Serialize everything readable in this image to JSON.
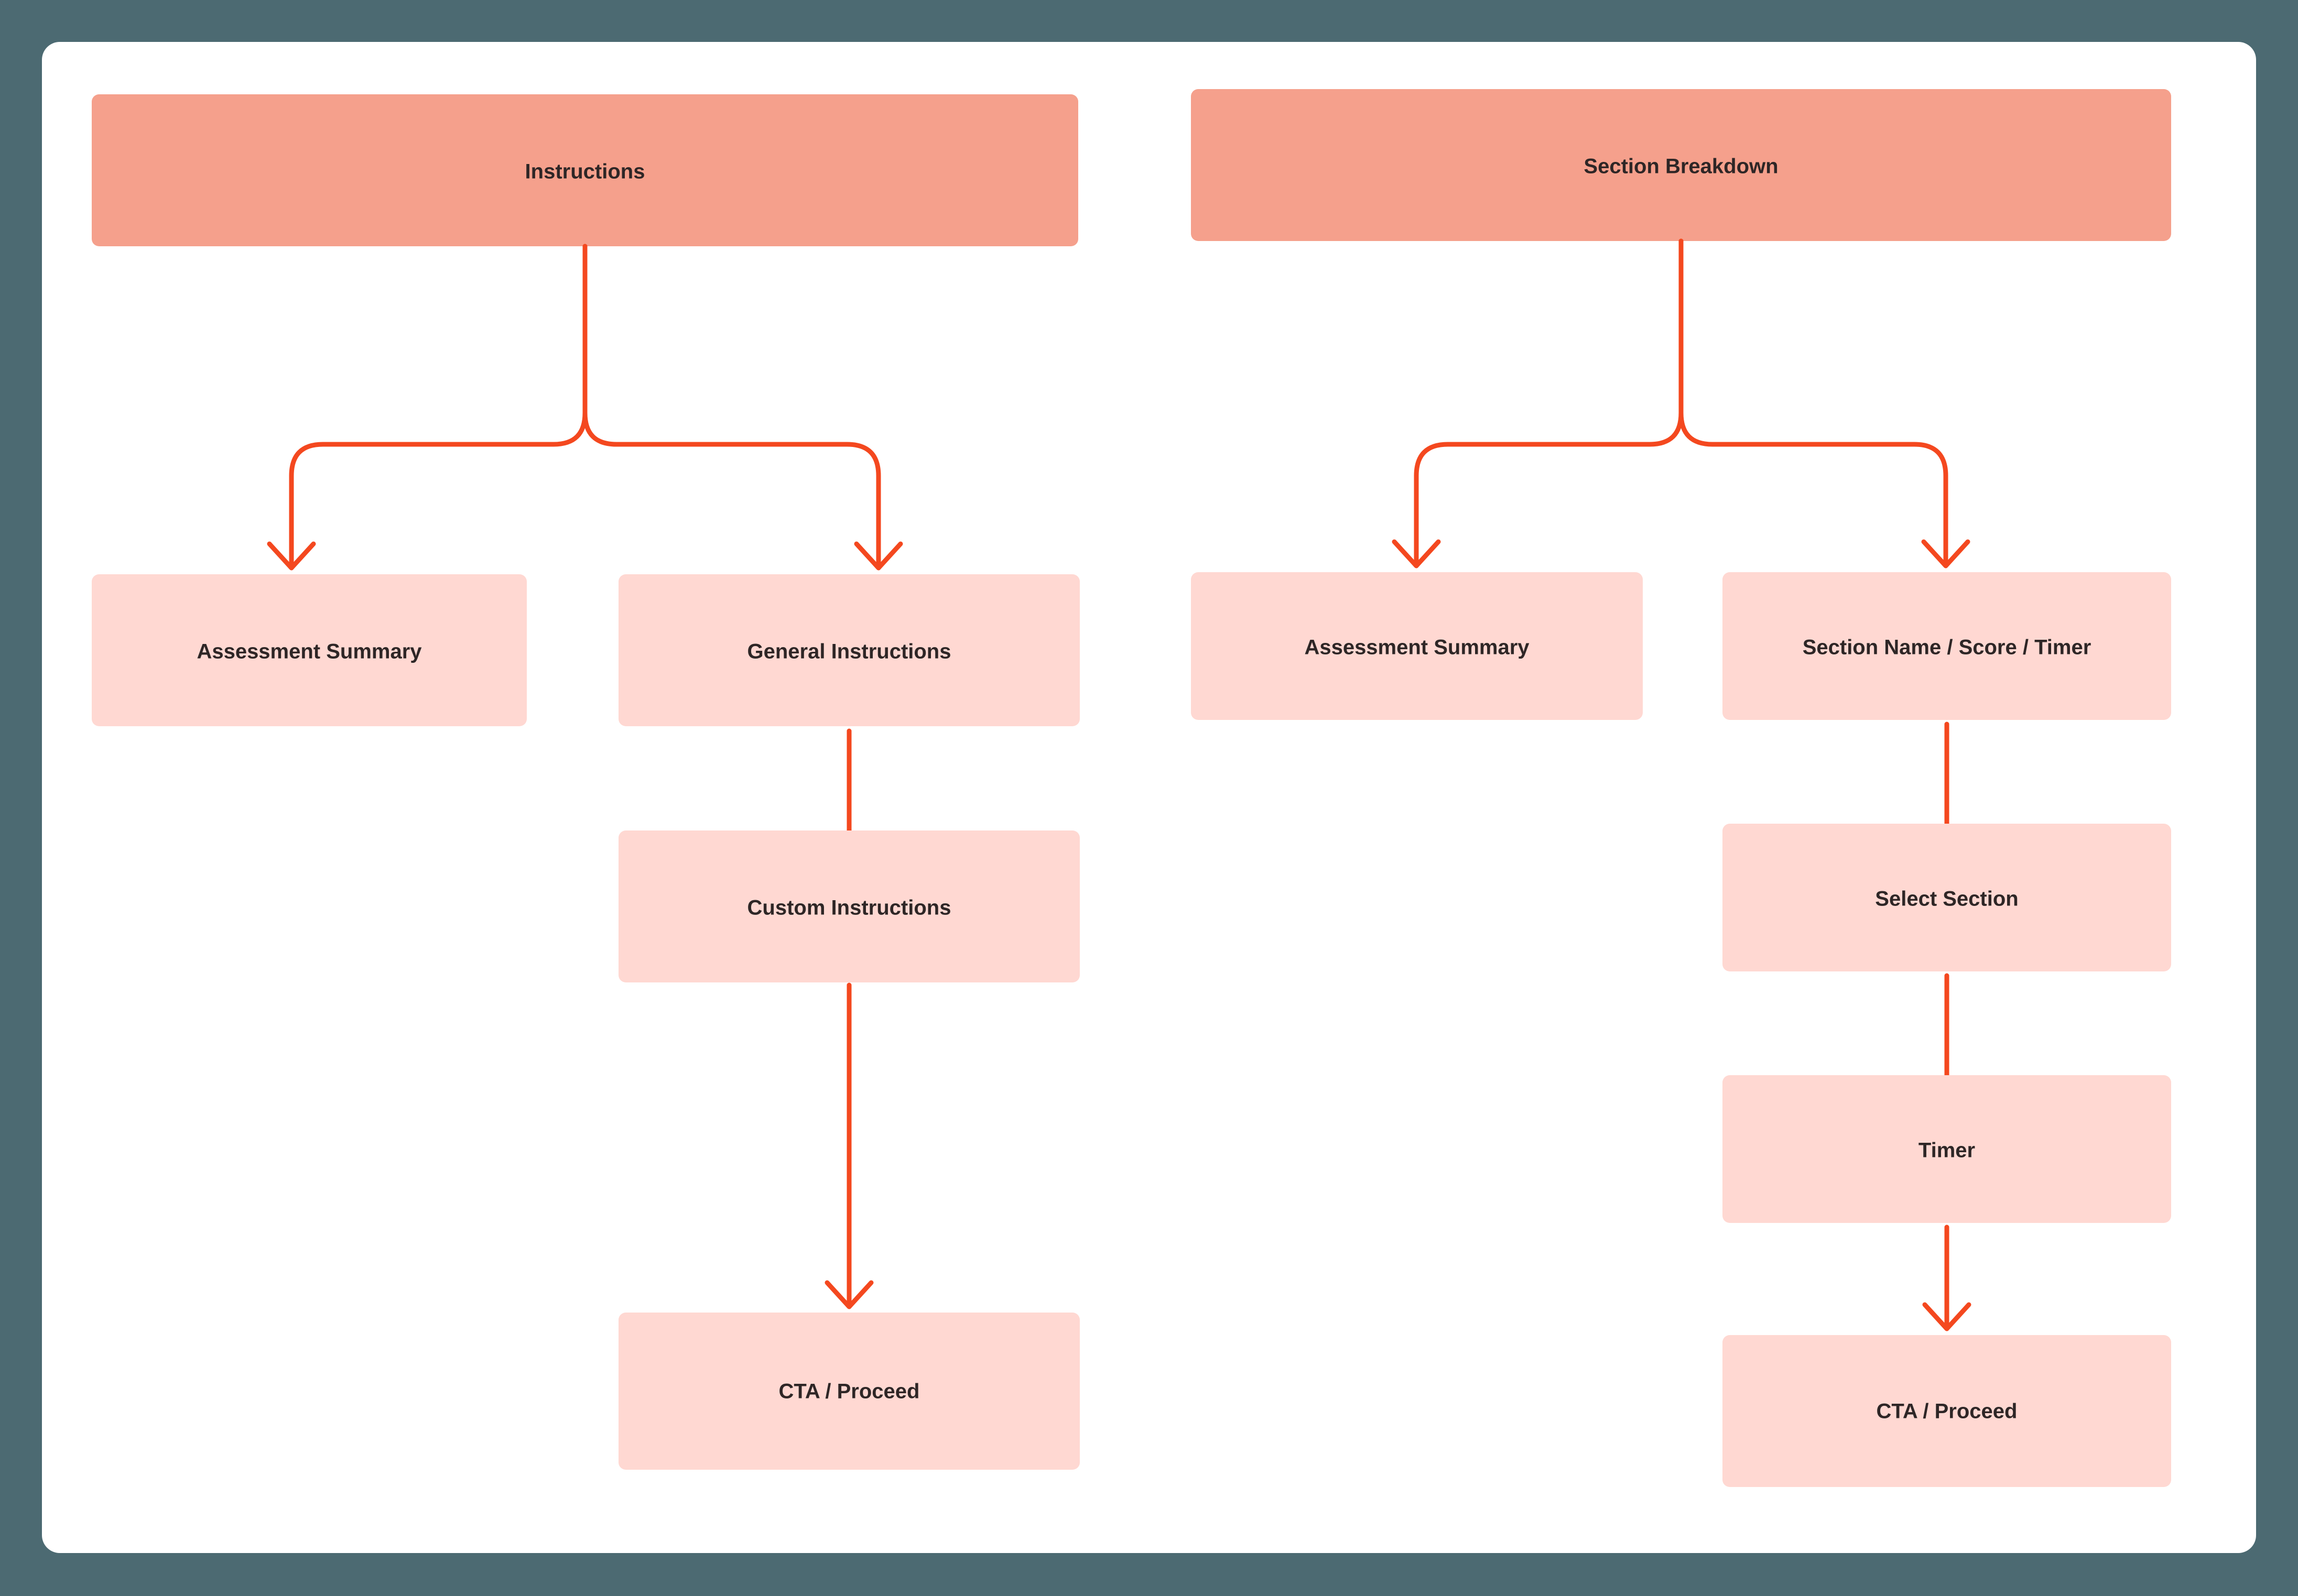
{
  "theme": {
    "page_background": "#4c6a72",
    "canvas_background": "#ffffff",
    "header_node_fill": "#f5a08c",
    "node_fill": "#ffd8d2",
    "connector_color": "#f4481f",
    "label_color": "#2e2626"
  },
  "diagram": {
    "type": "flowchart",
    "title": "",
    "columns": [
      {
        "id": "instructions-column",
        "header": {
          "id": "instructions",
          "label": "Instructions"
        },
        "nodes": [
          {
            "id": "assessment-summary-left",
            "label": "Assessment Summary"
          },
          {
            "id": "general-instructions",
            "label": "General Instructions"
          },
          {
            "id": "custom-instructions",
            "label": "Custom Instructions"
          },
          {
            "id": "cta-proceed-left",
            "label": "CTA / Proceed"
          }
        ]
      },
      {
        "id": "section-breakdown-column",
        "header": {
          "id": "section-breakdown",
          "label": "Section Breakdown"
        },
        "nodes": [
          {
            "id": "assessment-summary-right",
            "label": "Assessment Summary"
          },
          {
            "id": "section-name-score-timer",
            "label": "Section Name / Score / Timer"
          },
          {
            "id": "select-section",
            "label": "Select Section"
          },
          {
            "id": "timer",
            "label": "Timer"
          },
          {
            "id": "cta-proceed-right",
            "label": "CTA / Proceed"
          }
        ]
      }
    ],
    "edges": [
      {
        "from": "instructions",
        "to": "assessment-summary-left",
        "style": "branch-arrow"
      },
      {
        "from": "instructions",
        "to": "general-instructions",
        "style": "branch-arrow"
      },
      {
        "from": "general-instructions",
        "to": "custom-instructions",
        "style": "line"
      },
      {
        "from": "custom-instructions",
        "to": "cta-proceed-left",
        "style": "arrow"
      },
      {
        "from": "section-breakdown",
        "to": "assessment-summary-right",
        "style": "branch-arrow"
      },
      {
        "from": "section-breakdown",
        "to": "section-name-score-timer",
        "style": "branch-arrow"
      },
      {
        "from": "section-name-score-timer",
        "to": "select-section",
        "style": "line"
      },
      {
        "from": "select-section",
        "to": "timer",
        "style": "line"
      },
      {
        "from": "timer",
        "to": "cta-proceed-right",
        "style": "arrow"
      }
    ]
  }
}
